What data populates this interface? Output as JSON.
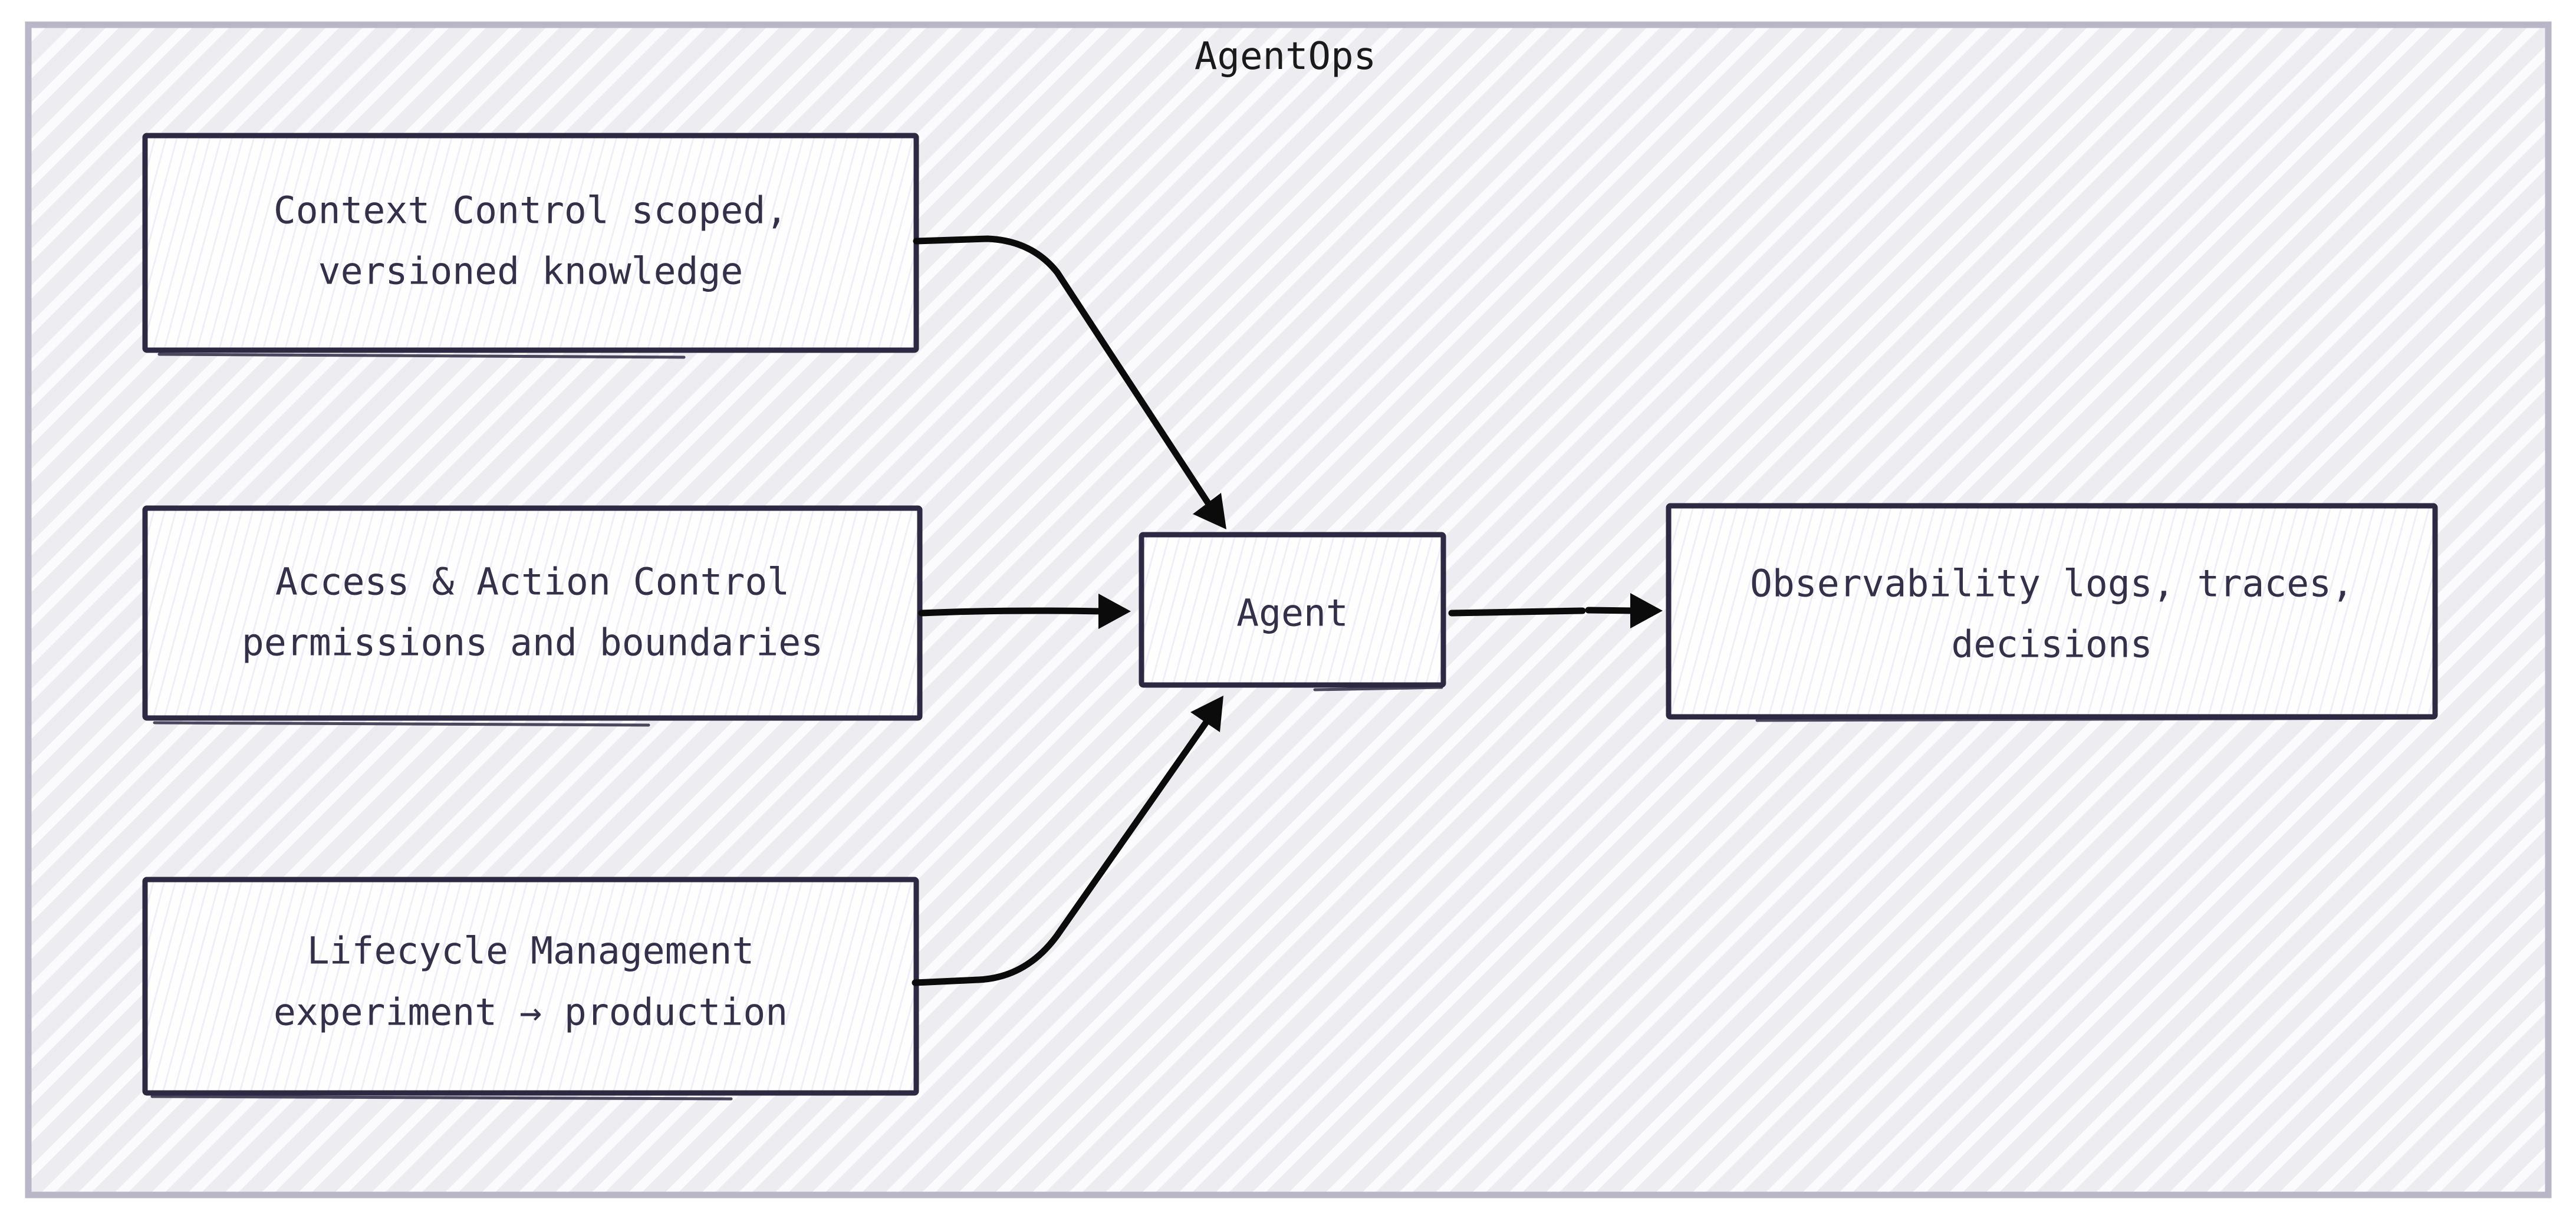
{
  "title": "AgentOps",
  "nodes": {
    "context": {
      "line1": "Context Control scoped,",
      "line2": "versioned knowledge"
    },
    "access": {
      "line1": "Access & Action Control",
      "line2": "permissions and boundaries"
    },
    "lifecycle": {
      "line1": "Lifecycle Management",
      "line2": "experiment → production"
    },
    "agent": {
      "label": "Agent"
    },
    "observability": {
      "line1": "Observability logs, traces,",
      "line2": "decisions"
    }
  },
  "edges": [
    {
      "from": "context",
      "to": "agent"
    },
    {
      "from": "access",
      "to": "agent"
    },
    {
      "from": "lifecycle",
      "to": "agent"
    },
    {
      "from": "agent",
      "to": "observability"
    }
  ],
  "colors": {
    "frame": "#b8b6c7",
    "hatch_stripe": "#ececf1",
    "hatch_bg": "#fbfbfd",
    "box_border": "#2d2943",
    "box_fill": "#fefeff",
    "box_hachure": "#eef0f7",
    "node_text": "#353049",
    "title_text": "#1a1a1a",
    "arrow": "#0b0b0b"
  }
}
